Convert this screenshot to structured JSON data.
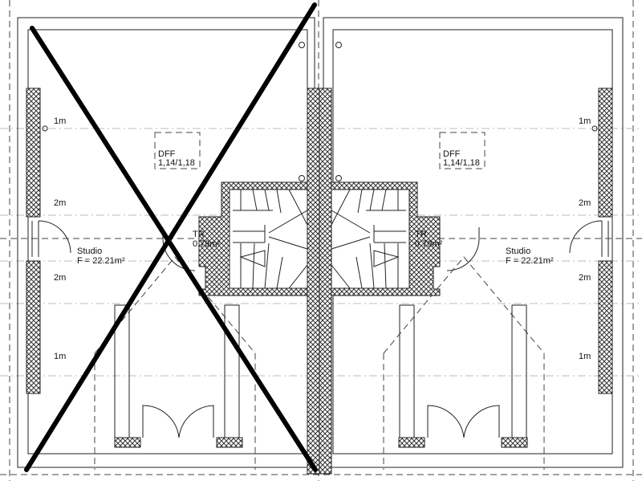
{
  "plan": {
    "left_unit": {
      "heights": [
        "1m",
        "2m",
        "2m",
        "1m"
      ],
      "room_name": "Studio",
      "room_area": "F = 22.21m²",
      "window_label": "DFF",
      "window_size": "1,14/1,18",
      "stair_label": "TR",
      "stair_area": "0.79m²",
      "crossed_out": true
    },
    "right_unit": {
      "heights": [
        "1m",
        "2m",
        "2m",
        "1m"
      ],
      "room_name": "Studio",
      "room_area": "F = 22.21m²",
      "window_label": "DFF",
      "window_size": "1,14/1,18",
      "stair_label": "TR",
      "stair_area": "0.79m²"
    },
    "colors": {
      "line": "#222222",
      "cross": "#000000"
    }
  }
}
